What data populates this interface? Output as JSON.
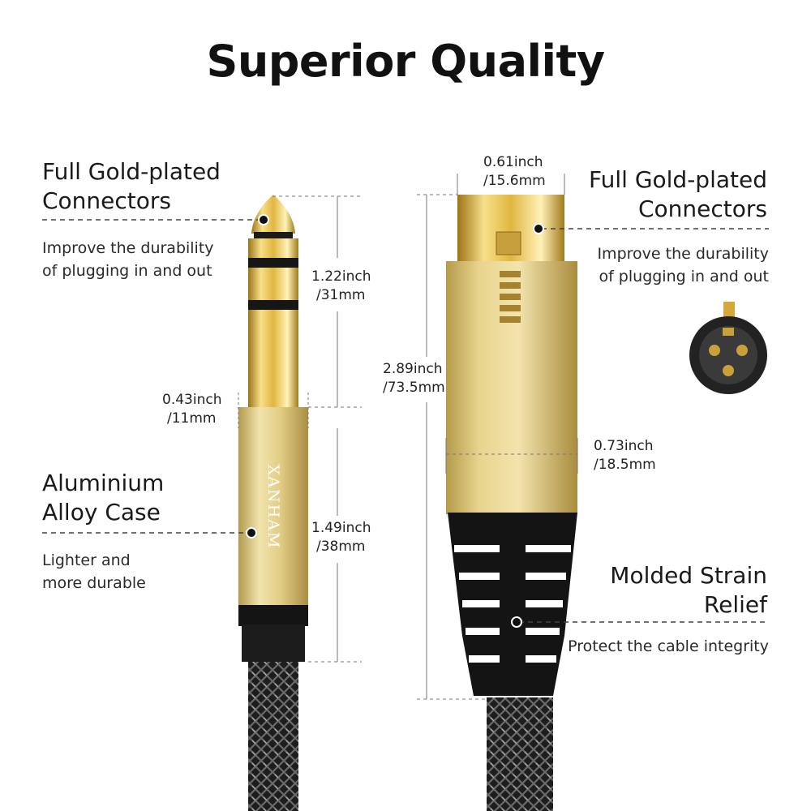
{
  "title": "Superior Quality",
  "left_top": {
    "heading_line1": "Full Gold-plated",
    "heading_line2": "Connectors",
    "desc_line1": "Improve the durability",
    "desc_line2": "of plugging in and out"
  },
  "left_bottom": {
    "heading_line1": "Aluminium",
    "heading_line2": "Alloy Case",
    "desc_line1": "Lighter and",
    "desc_line2": "more durable"
  },
  "right_top": {
    "heading_line1": "Full Gold-plated",
    "heading_line2": "Connectors",
    "desc_line1": "Improve the durability",
    "desc_line2": "of plugging in and out"
  },
  "right_bottom": {
    "heading_line1": "Molded Strain",
    "heading_line2": "Relief",
    "desc_line1": "Protect the cable integrity"
  },
  "dimensions": {
    "plug_tip_inch": "1.22inch",
    "plug_tip_mm": "/31mm",
    "plug_width_inch": "0.43inch",
    "plug_width_mm": "/11mm",
    "plug_case_inch": "1.49inch",
    "plug_case_mm": "/38mm",
    "xlr_top_inch": "0.61inch",
    "xlr_top_mm": "/15.6mm",
    "xlr_length_inch": "2.89inch",
    "xlr_length_mm": "/73.5mm",
    "xlr_width_inch": "0.73inch",
    "xlr_width_mm": "/18.5mm"
  },
  "brand": "XANHAM",
  "colors": {
    "gold": "#d4a93a",
    "gold_light": "#f3e2a0",
    "case_gold": "#e6d28a",
    "black": "#151515"
  }
}
